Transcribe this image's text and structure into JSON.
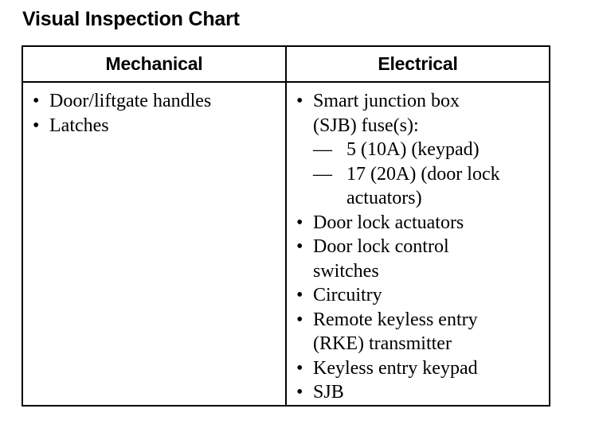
{
  "title": "Visual Inspection Chart",
  "table": {
    "headers": {
      "mechanical": "Mechanical",
      "electrical": "Electrical"
    },
    "mechanical_items": [
      "Door/liftgate handles",
      "Latches"
    ],
    "electrical": {
      "sjb_fuse": {
        "label_line1": "Smart junction box",
        "label_line2": "(SJB) fuse(s):",
        "fuses": [
          {
            "line1": "5 (10A) (keypad)",
            "line2": ""
          },
          {
            "line1": "17 (20A) (door lock",
            "line2": "actuators)"
          }
        ]
      },
      "items": [
        {
          "line1": "Door lock actuators",
          "line2": ""
        },
        {
          "line1": "Door lock control",
          "line2": "switches"
        },
        {
          "line1": "Circuitry",
          "line2": ""
        },
        {
          "line1": "Remote keyless entry",
          "line2": "(RKE) transmitter"
        },
        {
          "line1": "Keyless entry keypad",
          "line2": ""
        },
        {
          "line1": "SJB",
          "line2": ""
        }
      ]
    }
  }
}
